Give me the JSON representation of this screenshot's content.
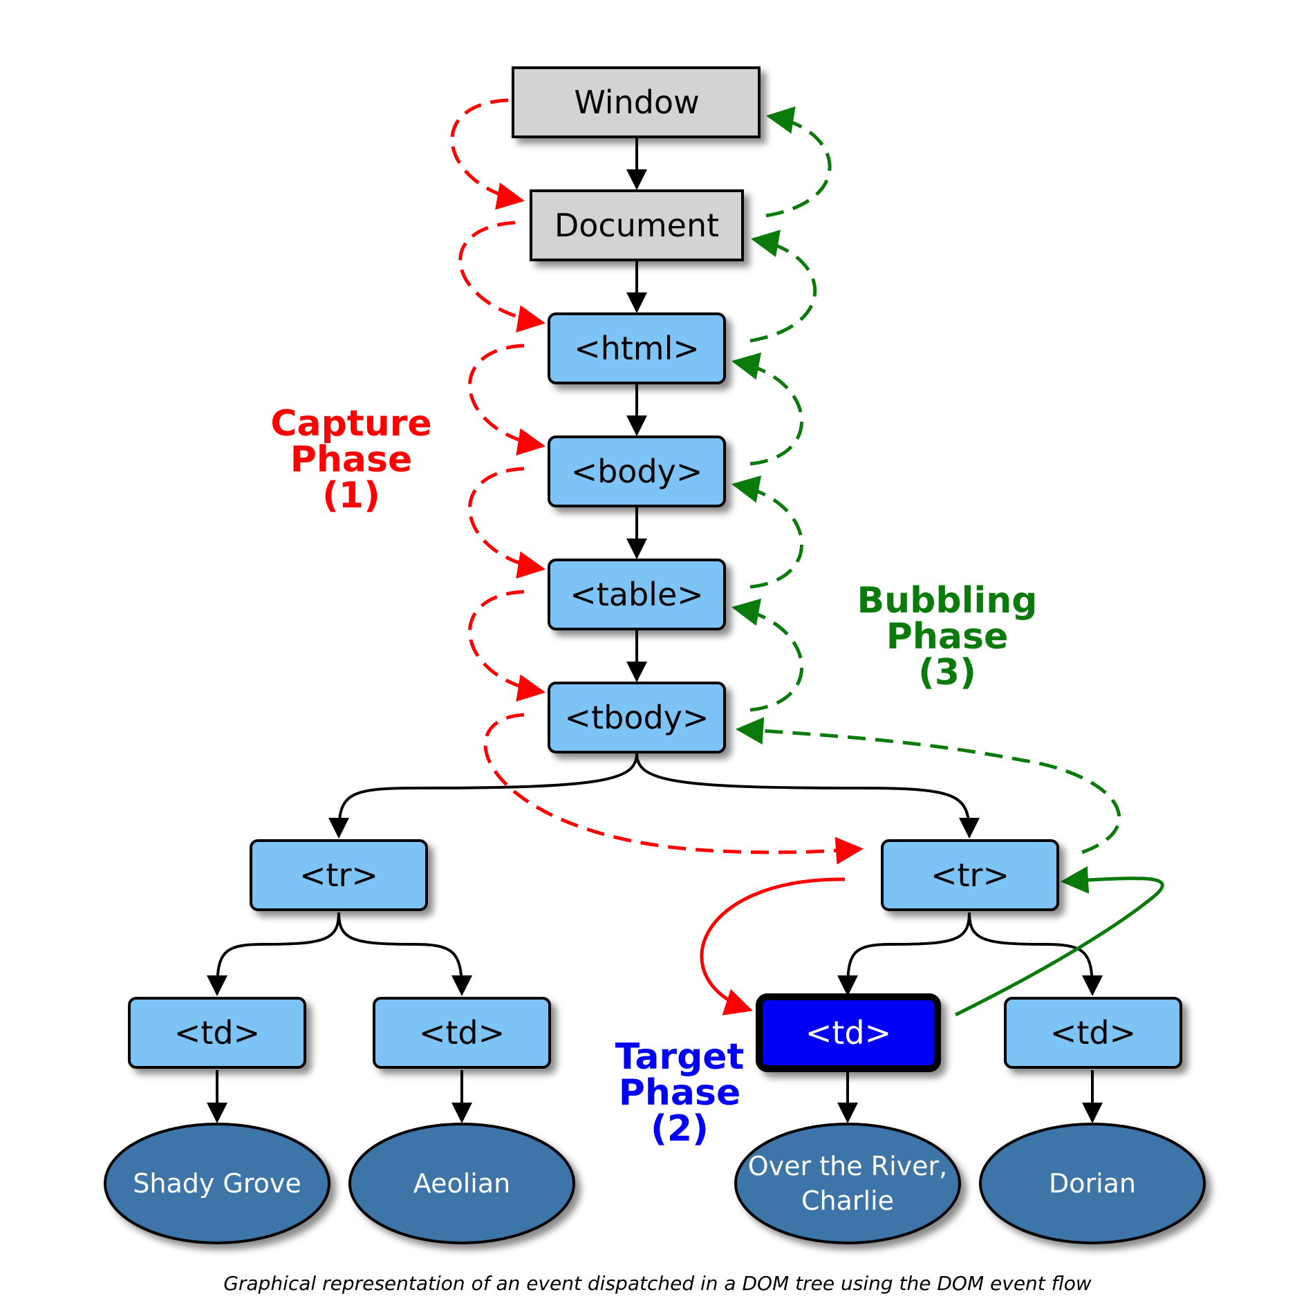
{
  "colors": {
    "gray_box": "#d3d3d3",
    "blue_box": "#7dc3f5",
    "target_box": "#0000f5",
    "leaf": "#3c74a8",
    "capture": "#ff0000",
    "bubbling": "#0a7a0a",
    "target_text": "#0000f5",
    "tree_edge": "#000000"
  },
  "nodes": {
    "window": "Window",
    "document": "Document",
    "html": "<html>",
    "body": "<body>",
    "table": "<table>",
    "tbody": "<tbody>",
    "tr_left": "<tr>",
    "tr_right": "<tr>",
    "td_1": "<td>",
    "td_2": "<td>",
    "td_target": "<td>",
    "td_4": "<td>"
  },
  "leaves": {
    "leaf_1": [
      "Shady Grove"
    ],
    "leaf_2": [
      "Aeolian"
    ],
    "leaf_3": [
      "Over the River,",
      "Charlie"
    ],
    "leaf_4": [
      "Dorian"
    ]
  },
  "phases": {
    "capture": [
      "Capture",
      "Phase",
      "(1)"
    ],
    "target": [
      "Target",
      "Phase",
      "(2)"
    ],
    "bubbling": [
      "Bubbling",
      "Phase",
      "(3)"
    ]
  },
  "caption": "Graphical representation of an event dispatched in a DOM tree using the DOM event flow"
}
